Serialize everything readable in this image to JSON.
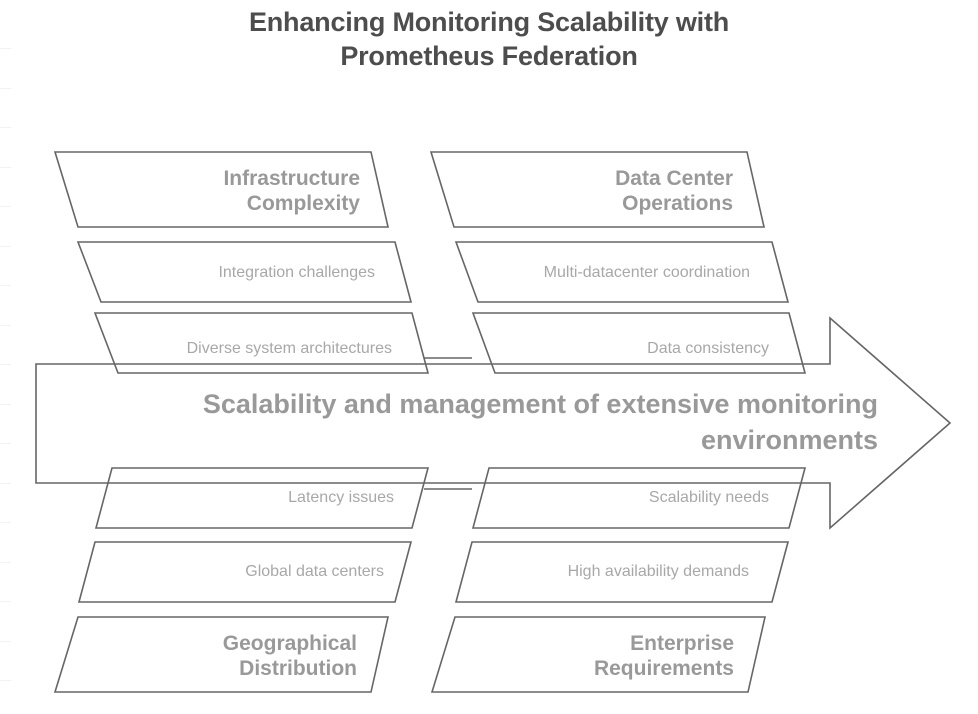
{
  "title": {
    "line1": "Enhancing Monitoring Scalability with",
    "line2": "Prometheus Federation"
  },
  "spine": {
    "label": "Scalability and management of extensive monitoring environments",
    "arrow_direction": "right"
  },
  "colors": {
    "background": "#ffffff",
    "title_text": "#4d4d4d",
    "category_text": "#999999",
    "cause_text": "#a8a8a8",
    "spine_text": "#999999",
    "outline": "#666666",
    "ruler_tick": "#f2f2f2"
  },
  "branches": [
    {
      "position": "top-left",
      "category": "Infrastructure\nComplexity",
      "causes": [
        "Integration challenges",
        "Diverse system architectures"
      ]
    },
    {
      "position": "top-right",
      "category": "Data Center\nOperations",
      "causes": [
        "Multi-datacenter coordination",
        "Data consistency"
      ]
    },
    {
      "position": "bottom-left",
      "category": "Geographical\nDistribution",
      "causes": [
        "Latency issues",
        "Global data centers"
      ]
    },
    {
      "position": "bottom-right",
      "category": "Enterprise\nRequirements",
      "causes": [
        "Scalability needs",
        "High availability demands"
      ]
    }
  ]
}
